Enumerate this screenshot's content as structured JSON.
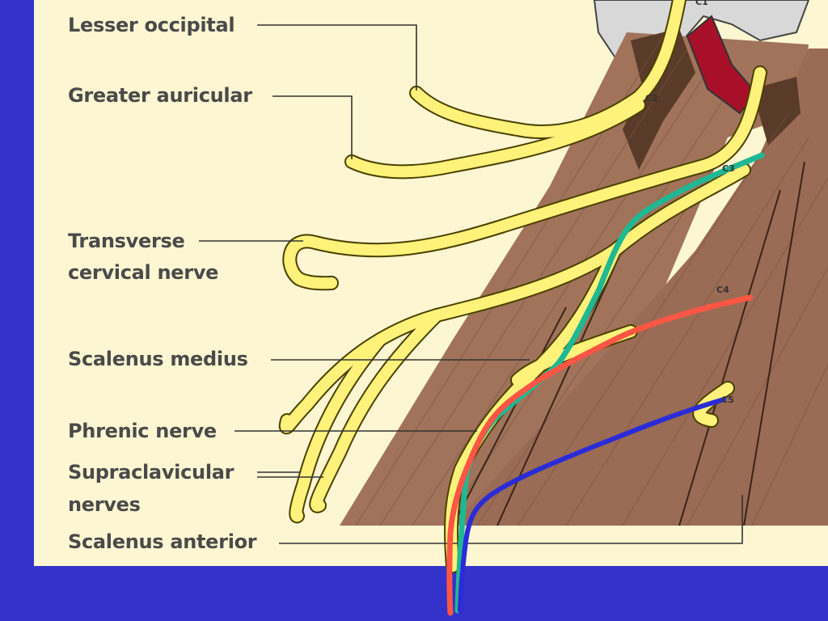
{
  "labels": {
    "lesser_occipital": "Lesser occipital",
    "greater_auricular": "Greater auricular",
    "transverse_cervical_1": "Transverse",
    "transverse_cervical_2": "cervical nerve",
    "scalenus_medius": "Scalenus medius",
    "phrenic_nerve": "Phrenic nerve",
    "supraclavicular_1": "Supraclavicular",
    "supraclavicular_2": "nerves",
    "scalenus_anterior": "Scalenus anterior"
  },
  "roots": {
    "c1": "C1",
    "c2": "C2",
    "c3": "C3",
    "c4": "C4",
    "c5": "C5"
  },
  "colors": {
    "background": "#3333cc",
    "panel": "#fdf6d2",
    "nerve": "#fff27a",
    "nerve_outline": "#4a4000",
    "muscle": "#a0735a",
    "artery": "#a8102a",
    "bone": "#d8d8d8",
    "trace_c3": "#1fb892",
    "trace_c4": "#ff5544",
    "trace_c5": "#2b2bd8"
  }
}
